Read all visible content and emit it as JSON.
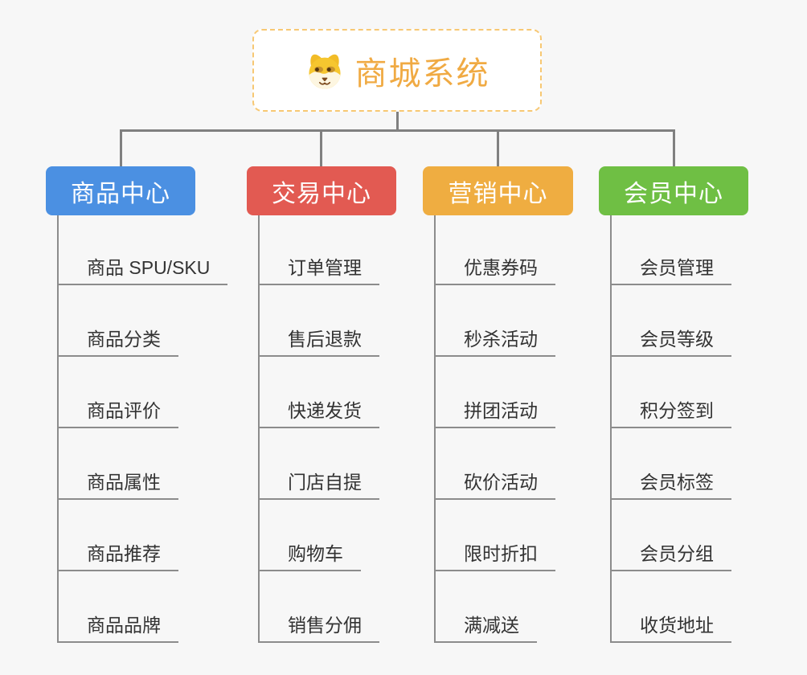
{
  "app": {
    "background_color": "#F7F7F7",
    "connector_color": "#808080",
    "leaf_line_color": "#8C8C8C"
  },
  "root": {
    "title": "商城系统",
    "icon": "dog-face-icon",
    "title_color": "#F0AA43",
    "border_color": "#F7C873"
  },
  "branches": [
    {
      "label": "商品中心",
      "color": "#4B90E2",
      "children": [
        "商品 SPU/SKU",
        "商品分类",
        "商品评价",
        "商品属性",
        "商品推荐",
        "商品品牌"
      ]
    },
    {
      "label": "交易中心",
      "color": "#E25A52",
      "children": [
        "订单管理",
        "售后退款",
        "快递发货",
        "门店自提",
        "购物车",
        "销售分佣"
      ]
    },
    {
      "label": "营销中心",
      "color": "#EFAD41",
      "children": [
        "优惠券码",
        "秒杀活动",
        "拼团活动",
        "砍价活动",
        "限时折扣",
        "满减送"
      ]
    },
    {
      "label": "会员中心",
      "color": "#6FBF44",
      "children": [
        "会员管理",
        "会员等级",
        "积分签到",
        "会员标签",
        "会员分组",
        "收货地址"
      ]
    }
  ]
}
